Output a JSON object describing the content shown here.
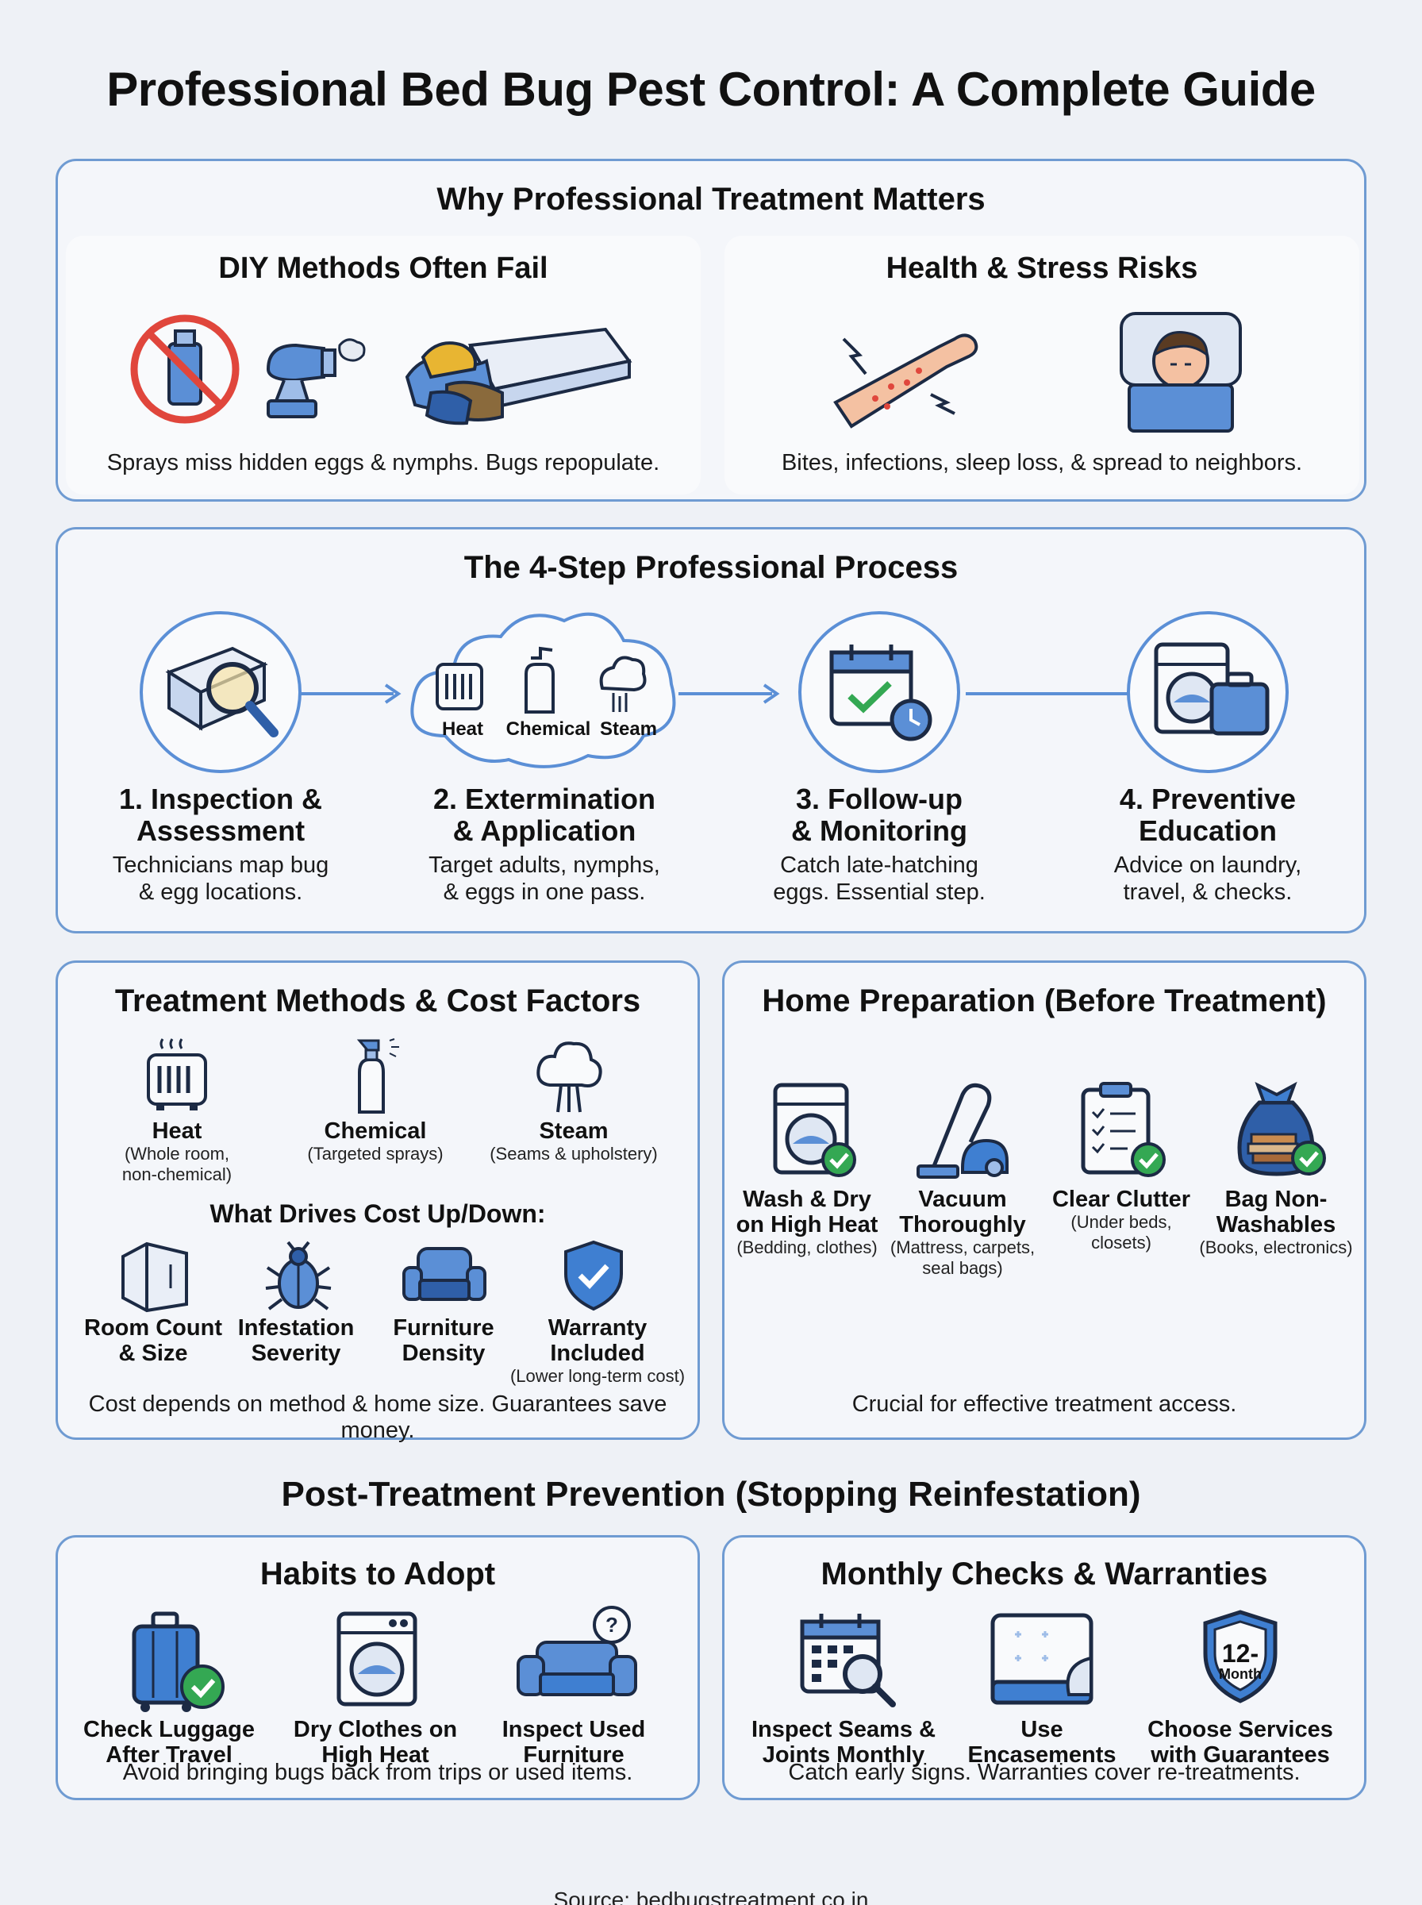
{
  "title": "Professional Bed Bug Pest Control: A Complete Guide",
  "why": {
    "heading": "Why Professional Treatment Matters",
    "diy": {
      "heading": "DIY Methods Often Fail",
      "caption": "Sprays miss hidden eggs & nymphs. Bugs repopulate."
    },
    "health": {
      "heading": "Health & Stress Risks",
      "caption": "Bites, infections, sleep loss, & spread to neighbors."
    }
  },
  "process": {
    "heading": "The 4-Step Professional Process",
    "cloud_labels": [
      "Heat",
      "Chemical",
      "Steam"
    ],
    "steps": [
      {
        "name_line1": "1. Inspection &",
        "name_line2": "Assessment",
        "desc_line1": "Technicians map bug",
        "desc_line2": "& egg locations."
      },
      {
        "name_line1": "2. Extermination",
        "name_line2": "& Application",
        "desc_line1": "Target adults, nymphs,",
        "desc_line2": "& eggs in one pass."
      },
      {
        "name_line1": "3. Follow-up",
        "name_line2": "& Monitoring",
        "desc_line1": "Catch late-hatching",
        "desc_line2": "eggs. Essential step."
      },
      {
        "name_line1": "4. Preventive",
        "name_line2": "Education",
        "desc_line1": "Advice on laundry,",
        "desc_line2": "travel, & checks."
      }
    ]
  },
  "methods": {
    "heading": "Treatment Methods & Cost Factors",
    "items": [
      {
        "label": "Heat",
        "sub1": "(Whole room,",
        "sub2": "non-chemical)"
      },
      {
        "label": "Chemical",
        "sub1": "(Targeted sprays)",
        "sub2": ""
      },
      {
        "label": "Steam",
        "sub1": "(Seams & upholstery)",
        "sub2": ""
      }
    ],
    "cost_heading": "What Drives Cost Up/Down:",
    "factors": [
      {
        "line1": "Room Count",
        "line2": "& Size",
        "sub": ""
      },
      {
        "line1": "Infestation",
        "line2": "Severity",
        "sub": ""
      },
      {
        "line1": "Furniture",
        "line2": "Density",
        "sub": ""
      },
      {
        "line1": "Warranty",
        "line2": "Included",
        "sub": "(Lower long-term cost)"
      }
    ],
    "caption": "Cost depends on method & home size. Guarantees save money."
  },
  "prep": {
    "heading": "Home Preparation (Before Treatment)",
    "items": [
      {
        "line1": "Wash & Dry",
        "line2": "on High Heat",
        "sub1": "(Bedding, clothes)",
        "sub2": ""
      },
      {
        "line1": "Vacuum",
        "line2": "Thoroughly",
        "sub1": "(Mattress, carpets,",
        "sub2": "seal bags)"
      },
      {
        "line1": "Clear Clutter",
        "line2": "",
        "sub1": "(Under beds,",
        "sub2": "closets)"
      },
      {
        "line1": "Bag Non-",
        "line2": "Washables",
        "sub1": "(Books, electronics)",
        "sub2": ""
      }
    ],
    "caption": "Crucial for effective treatment access."
  },
  "post": {
    "heading": "Post-Treatment Prevention (Stopping Reinfestation)",
    "habits": {
      "heading": "Habits to Adopt",
      "items": [
        {
          "line1": "Check Luggage",
          "line2": "After Travel"
        },
        {
          "line1": "Dry Clothes on",
          "line2": "High Heat"
        },
        {
          "line1": "Inspect Used",
          "line2": "Furniture"
        }
      ],
      "caption": "Avoid bringing bugs back from trips or used items."
    },
    "monthly": {
      "heading": "Monthly Checks & Warranties",
      "items": [
        {
          "line1": "Inspect Seams &",
          "line2": "Joints Monthly"
        },
        {
          "line1": "Use",
          "line2": "Encasements"
        },
        {
          "line1": "Choose Services",
          "line2": "with Guarantees"
        }
      ],
      "badge_line1": "12-",
      "badge_line2": "Month",
      "caption": "Catch early signs. Warranties cover re-treatments."
    }
  },
  "source": "Source: bedbugstreatment.co.in",
  "colors": {
    "accent": "#3f7fd1",
    "border": "#6f9bd2",
    "check": "#34a853",
    "prohibit": "#e0463c"
  }
}
